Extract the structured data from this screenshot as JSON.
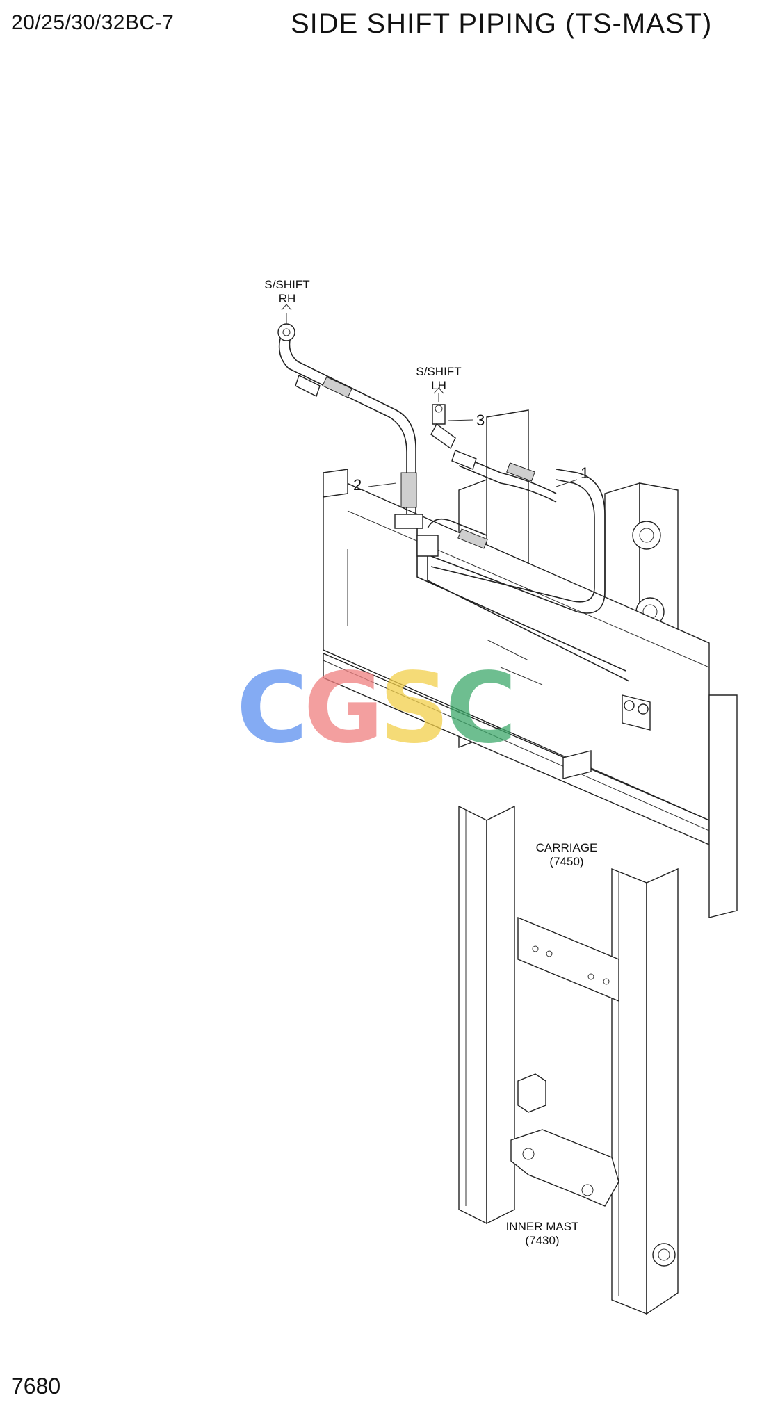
{
  "header": {
    "model": "20/25/30/32BC-7",
    "title": "SIDE SHIFT PIPING (TS-MAST)"
  },
  "footer": {
    "page_number": "7680"
  },
  "labels": {
    "sshift_rh_line1": "S/SHIFT",
    "sshift_rh_line2": "RH",
    "sshift_lh_line1": "S/SHIFT",
    "sshift_lh_line2": "LH",
    "carriage_line1": "CARRIAGE",
    "carriage_line2": "(7450)",
    "inner_mast_line1": "INNER MAST",
    "inner_mast_line2": "(7430)"
  },
  "callouts": {
    "item1": "1",
    "item2": "2",
    "item3": "3"
  },
  "watermark": {
    "letters": [
      "C",
      "G",
      "S",
      "C"
    ],
    "colors": [
      "#5b8ff0",
      "#f08080",
      "#f2cf4a",
      "#3ea96b"
    ]
  }
}
